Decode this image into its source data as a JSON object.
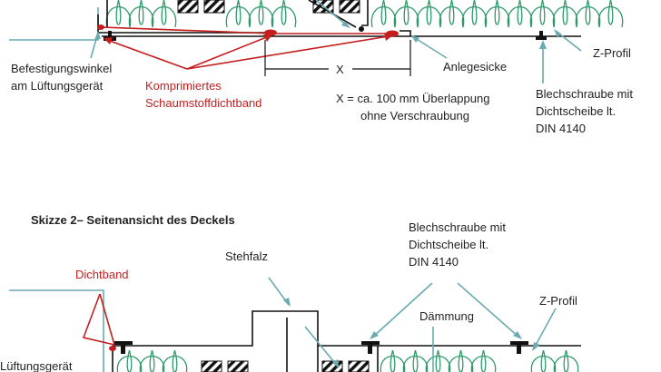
{
  "sketch1": {
    "labels": {
      "befestigung_line1": "Befestigungswinkel",
      "befestigung_line2": "am Lüftungsgerät",
      "komprimiert_line1": "Komprimiertes",
      "komprimiert_line2": "Schaumstoffdichtband",
      "x_marker": "X",
      "ueberlappung_line1": "X = ca. 100 mm Überlappung",
      "ueberlappung_line2": "ohne Verschraubung",
      "anlegesicke": "Anlegesicke",
      "zprofil": "Z-Profil",
      "blechschraube_line1": "Blechschraube mit",
      "blechschraube_line2": "Dichtscheibe lt.",
      "blechschraube_line3": "DIN 4140"
    }
  },
  "sketch2": {
    "title": "Skizze 2– Seitenansicht des Deckels",
    "labels": {
      "dichtband": "Dichtband",
      "lueftungsgeraet": "Lüftungsgerät",
      "stehfalz": "Stehfalz",
      "blechschraube_line1": "Blechschraube mit",
      "blechschraube_line2": "Dichtscheibe lt.",
      "blechschraube_line3": "DIN 4140",
      "daemmung": "Dämmung",
      "zprofil": "Z-Profil"
    }
  },
  "colors": {
    "insulation": "#2e9a6a",
    "leader": "#6aaab0",
    "seal": "#c41e1e",
    "text": "#222222"
  }
}
